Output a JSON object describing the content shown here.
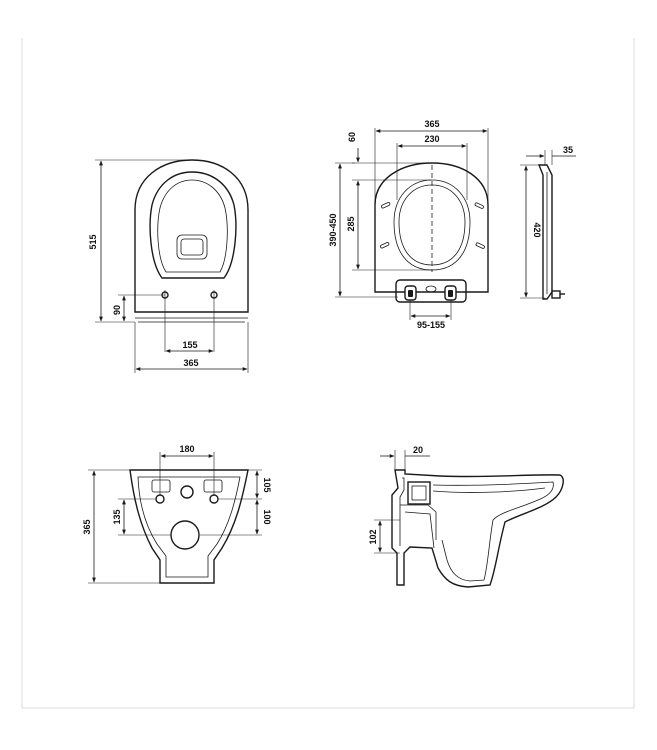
{
  "diagram": {
    "top_view": {
      "height": "515",
      "hole_height": "90",
      "hole_spacing": "155",
      "width": "365"
    },
    "seat_view": {
      "width": "365",
      "inner_width": "230",
      "offset": "60",
      "height_range": "390-450",
      "inner_height": "285",
      "hinge_spacing": "95-155"
    },
    "seat_side": {
      "thickness": "35",
      "length": "420"
    },
    "rear_view": {
      "hole_spacing": "180",
      "upper_offset": "105",
      "lower_offset": "100",
      "outlet_height": "135",
      "height": "365"
    },
    "section_view": {
      "wall_gap": "20",
      "outlet_height": "102"
    }
  }
}
